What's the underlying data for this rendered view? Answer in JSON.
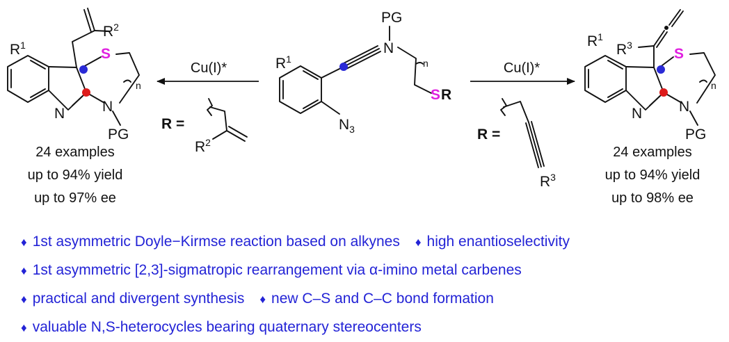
{
  "colors": {
    "sulfur": "#e020e0",
    "blue_dot": "#2a2ad6",
    "red_dot": "#dd1b1b",
    "text_blue": "#2323d6",
    "black": "#111111"
  },
  "left_product": {
    "r1": "R",
    "r1_sup": "1",
    "r2": "R",
    "r2_sup": "2",
    "s": "S",
    "n_ring": "N",
    "n_pg": "N",
    "pg": "PG",
    "n_sub": "n",
    "examples": "24 examples",
    "yield": "up to 94% yield",
    "ee": "up to 97% ee"
  },
  "left_arrow": {
    "catalyst": "Cu(I)*",
    "r_label": "R =",
    "r2": "R",
    "r2_sup": "2"
  },
  "substrate": {
    "pg": "PG",
    "n": "N",
    "n_sub": "n",
    "r1": "R",
    "r1_sup": "1",
    "s": "S",
    "r": "R",
    "azide": "N",
    "azide_sub": "3"
  },
  "right_arrow": {
    "catalyst": "Cu(I)*",
    "r_label": "R =",
    "r3": "R",
    "r3_sup": "3"
  },
  "right_product": {
    "r1": "R",
    "r1_sup": "1",
    "r3": "R",
    "r3_sup": "3",
    "s": "S",
    "n_ring": "N",
    "n_pg": "N",
    "pg": "PG",
    "n_sub": "n",
    "examples": "24 examples",
    "yield": "up to 94% yield",
    "ee": "up to 98% ee"
  },
  "highlights": [
    [
      "1st asymmetric Doyle−Kirmse reaction based on alkynes",
      "high enantioselectivity"
    ],
    [
      "1st asymmetric [2,3]-sigmatropic rearrangement via α-imino metal carbenes"
    ],
    [
      "practical and divergent synthesis",
      "new C–S and C–C bond formation"
    ],
    [
      "valuable N,S-heterocycles bearing quaternary stereocenters"
    ]
  ],
  "bullet_symbol": "♦"
}
